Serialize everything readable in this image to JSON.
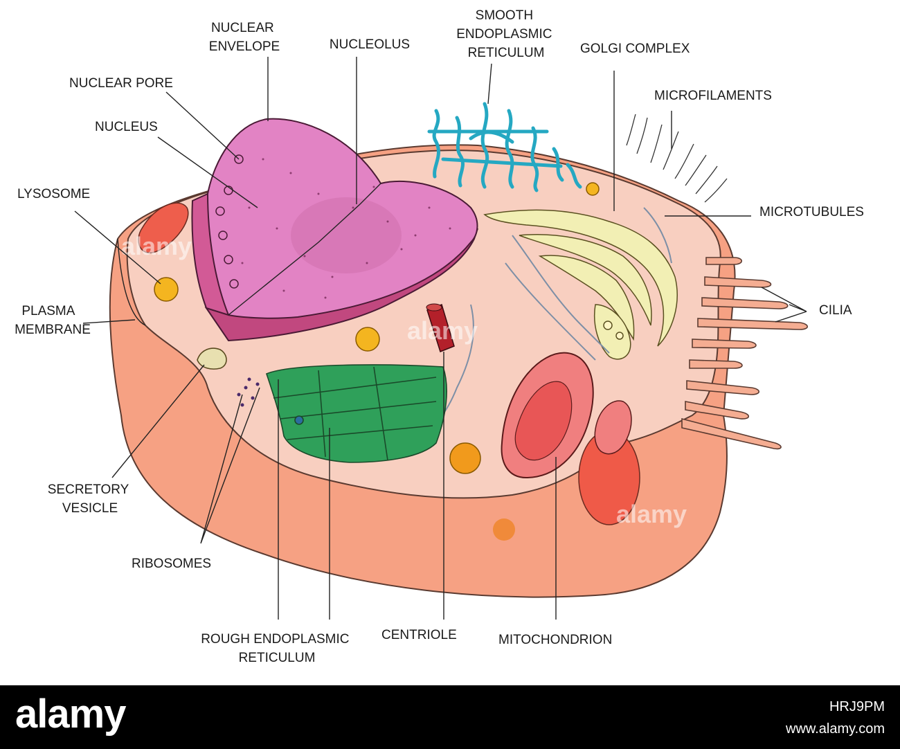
{
  "labels": {
    "nuclear_envelope": [
      "NUCLEAR",
      "ENVELOPE"
    ],
    "nucleolus": "NUCLEOLUS",
    "smooth_er": [
      "SMOOTH",
      "ENDOPLASMIC",
      "RETICULUM"
    ],
    "golgi_complex": "GOLGI COMPLEX",
    "nuclear_pore": "NUCLEAR PORE",
    "microfilaments": "MICROFILAMENTS",
    "nucleus": "NUCLEUS",
    "lysosome": "LYSOSOME",
    "microtubules": "MICROTUBULES",
    "plasma_membrane": [
      "PLASMA",
      "MEMBRANE"
    ],
    "cilia": "CILIA",
    "secretory_vesicle": [
      "SECRETORY",
      "VESICLE"
    ],
    "ribosomes": "RIBOSOMES",
    "rough_er": [
      "ROUGH ENDOPLASMIC",
      "RETICULUM"
    ],
    "centriole": "CENTRIOLE",
    "mitochondrion": "MITOCHONDRION"
  },
  "watermark": "alamy",
  "footer": {
    "logo": "alamy",
    "image_id": "HRJ9PM",
    "url": "www.alamy.com"
  },
  "colors": {
    "cell_outer": "#f6a183",
    "cytoplasm": "#f8cfc0",
    "nucleus_top": "#e283c4",
    "nucleus_side": "#c1487f",
    "rough_er": "#2fa05a",
    "smooth_er": "#25a8c2",
    "golgi": "#f2efb4",
    "mitochondrion": "#f07f7f",
    "vesicle": "#f4b520"
  }
}
